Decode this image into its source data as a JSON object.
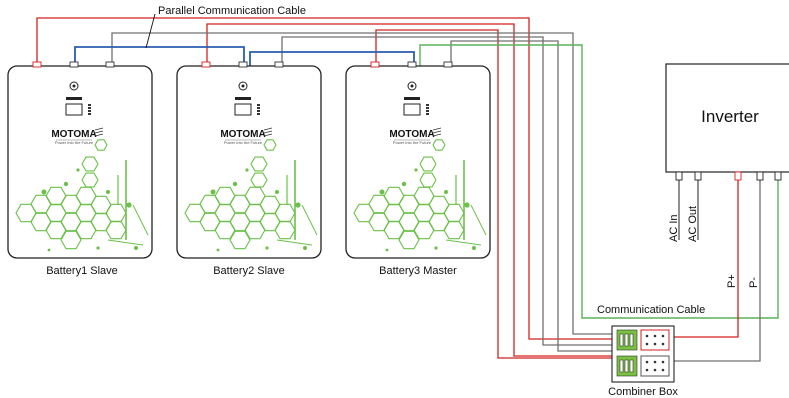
{
  "labels": {
    "cable_top": "Parallel Communication Cable",
    "battery1": "Battery1 Slave",
    "battery2": "Battery2 Slave",
    "battery3": "Battery3 Master",
    "brand": "MOTOMA",
    "tagline": "Power into the Future",
    "inverter": "Inverter",
    "ac_in": "AC In",
    "ac_out": "AC Out",
    "p_plus": "P+",
    "p_minus": "P-",
    "comm_cable": "Communication Cable",
    "combiner_box": "Combiner Box"
  },
  "colors": {
    "positive": "#d42020",
    "negative": "#707070",
    "parallel_comm": "#2a5db0",
    "comm": "#5ab45a",
    "hex_pattern": "#6cc04a",
    "outline": "#222222"
  }
}
